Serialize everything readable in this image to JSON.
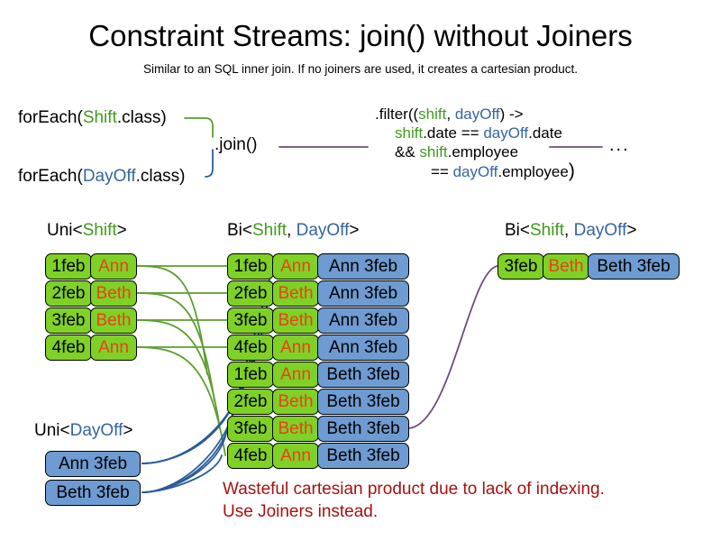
{
  "page": {
    "title": "Constraint Streams: join() without Joiners",
    "subtitle": "Similar to an SQL inner join. If no joiners are used, it creates a cartesian product."
  },
  "colors": {
    "shift_green": "#7fd126",
    "dayoff_blue": "#6e9bd1",
    "name_orange": "#e8411a",
    "keyword_green": "#3f9c1c",
    "keyword_blue": "#3465a4",
    "warning_red": "#a61111",
    "wire_purple": "#6e4c7e",
    "wire_green": "#5a9e2f",
    "wire_blue": "#2b5d99"
  },
  "code": {
    "foreach_shift": {
      "prefix": "forEach(",
      "type": "Shift",
      "suffix": ".class)"
    },
    "foreach_dayoff": {
      "prefix": "forEach(",
      "type": "DayOff",
      "suffix": ".class)"
    },
    "join_label": ".join()",
    "ellipsis": "...",
    "filter": {
      "line1_a": ".filter((",
      "line1_shift": "shift",
      "line1_comma": ", ",
      "line1_dayoff": "dayOff",
      "line1_b": ") ->",
      "line2_shift": "shift",
      "line2_mid": ".date == ",
      "line2_dayoff": "dayOff",
      "line2_end": ".date",
      "line3_a": "&& ",
      "line3_shift": "shift",
      "line3_end": ".employee",
      "line4_a": "== ",
      "line4_dayoff": "dayOff",
      "line4_end": ".employee",
      "line4_close": ")"
    }
  },
  "streams": {
    "uni_shift": {
      "prefix": "Uni<",
      "type": "Shift",
      "suffix": ">"
    },
    "uni_dayoff": {
      "prefix": "Uni<",
      "type": "DayOff",
      "suffix": ">"
    },
    "bi_middle": {
      "prefix": "Bi<",
      "type1": "Shift",
      "comma": ", ",
      "type2": "DayOff",
      "suffix": ">"
    },
    "bi_right": {
      "prefix": "Bi<",
      "type1": "Shift",
      "comma": ", ",
      "type2": "DayOff",
      "suffix": ">"
    }
  },
  "shift_cards": [
    {
      "date": "1feb",
      "employee": "Ann"
    },
    {
      "date": "2feb",
      "employee": "Beth"
    },
    {
      "date": "3feb",
      "employee": "Beth"
    },
    {
      "date": "4feb",
      "employee": "Ann"
    }
  ],
  "dayoff_cards": [
    {
      "label": "Ann 3feb"
    },
    {
      "label": "Beth 3feb"
    }
  ],
  "cartesian_cards": [
    {
      "date": "1feb",
      "employee": "Ann",
      "dayoff": "Ann 3feb"
    },
    {
      "date": "2feb",
      "employee": "Beth",
      "dayoff": "Ann 3feb"
    },
    {
      "date": "3feb",
      "employee": "Beth",
      "dayoff": "Ann 3feb"
    },
    {
      "date": "4feb",
      "employee": "Ann",
      "dayoff": "Ann 3feb"
    },
    {
      "date": "1feb",
      "employee": "Ann",
      "dayoff": "Beth 3feb"
    },
    {
      "date": "2feb",
      "employee": "Beth",
      "dayoff": "Beth 3feb"
    },
    {
      "date": "3feb",
      "employee": "Beth",
      "dayoff": "Beth 3feb"
    },
    {
      "date": "4feb",
      "employee": "Ann",
      "dayoff": "Beth 3feb"
    }
  ],
  "result_card": {
    "date": "3feb",
    "employee": "Beth",
    "dayoff": "Beth 3feb"
  },
  "warning": {
    "line1": "Wasteful cartesian product due to lack of indexing.",
    "line2": "Use Joiners instead."
  }
}
